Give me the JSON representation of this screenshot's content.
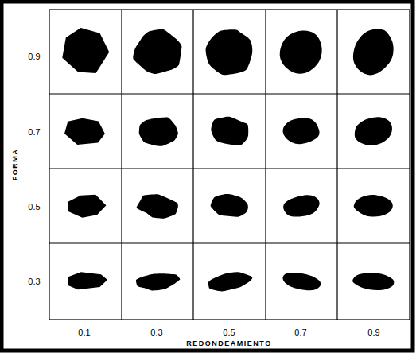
{
  "diagram": {
    "labels": [
      "0.9",
      "0.7",
      "0.5",
      "0.3",
      "FORMA",
      "0.1",
      "0.3",
      "0.5",
      "0.7",
      "0.9",
      "REDONDEAMIENTO"
    ]
  }
}
